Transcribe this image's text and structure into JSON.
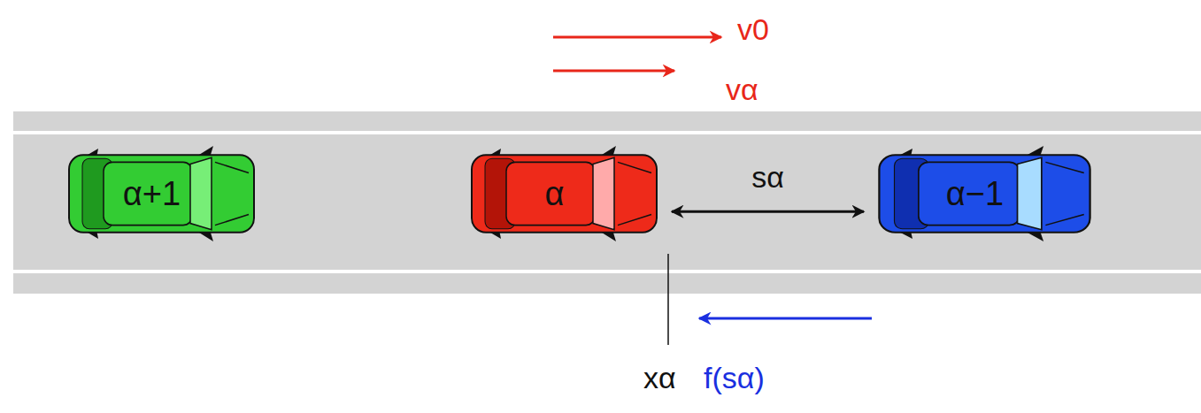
{
  "diagram": {
    "nodes": [
      {
        "text": [
          "α+1"
        ]
      },
      {
        "text": [
          "α"
        ]
      },
      {
        "text": [
          "α−1"
        ]
      }
    ],
    "edges": [
      {
        "from": 1,
        "to": 2,
        "arrow": "both",
        "label": "sα"
      }
    ],
    "labels": [
      "v0",
      "vα",
      "xα",
      "f(sα)"
    ]
  }
}
